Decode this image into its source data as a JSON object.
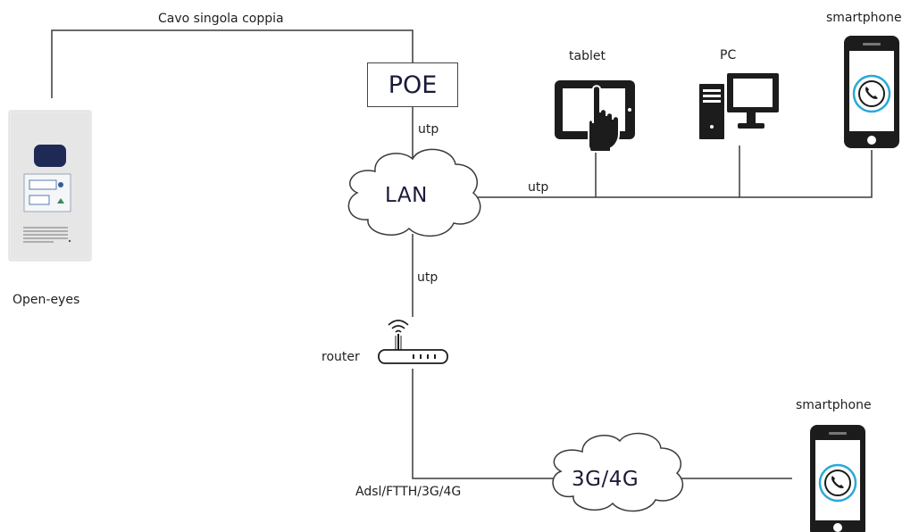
{
  "labels": {
    "cable": "Cavo singola coppia",
    "poe": "POE",
    "utp_top": "utp",
    "lan": "LAN",
    "utp_right": "utp",
    "utp_bottom": "utp",
    "router": "router",
    "wan_link": "Adsl/FTTH/3G/4G",
    "mobile_net": "3G/4G",
    "device_open_eyes": "Open-eyes",
    "device_tablet": "tablet",
    "device_pc": "PC",
    "device_smartphone_top": "smartphone",
    "device_smartphone_bottom": "smartphone"
  },
  "icons": {
    "door_station": "door-station-icon",
    "tablet": "tablet-touch-icon",
    "pc": "desktop-pc-icon",
    "smartphone": "smartphone-call-icon",
    "router": "wifi-router-icon",
    "cloud": "cloud-icon"
  },
  "colors": {
    "line": "#3a3a3a",
    "text": "#1f1f1f",
    "device_dark": "#1c1c1c",
    "door_panel": "#e9e9e9",
    "door_camera": "#1e2a55",
    "phone_accent": "#2aa8d8"
  }
}
